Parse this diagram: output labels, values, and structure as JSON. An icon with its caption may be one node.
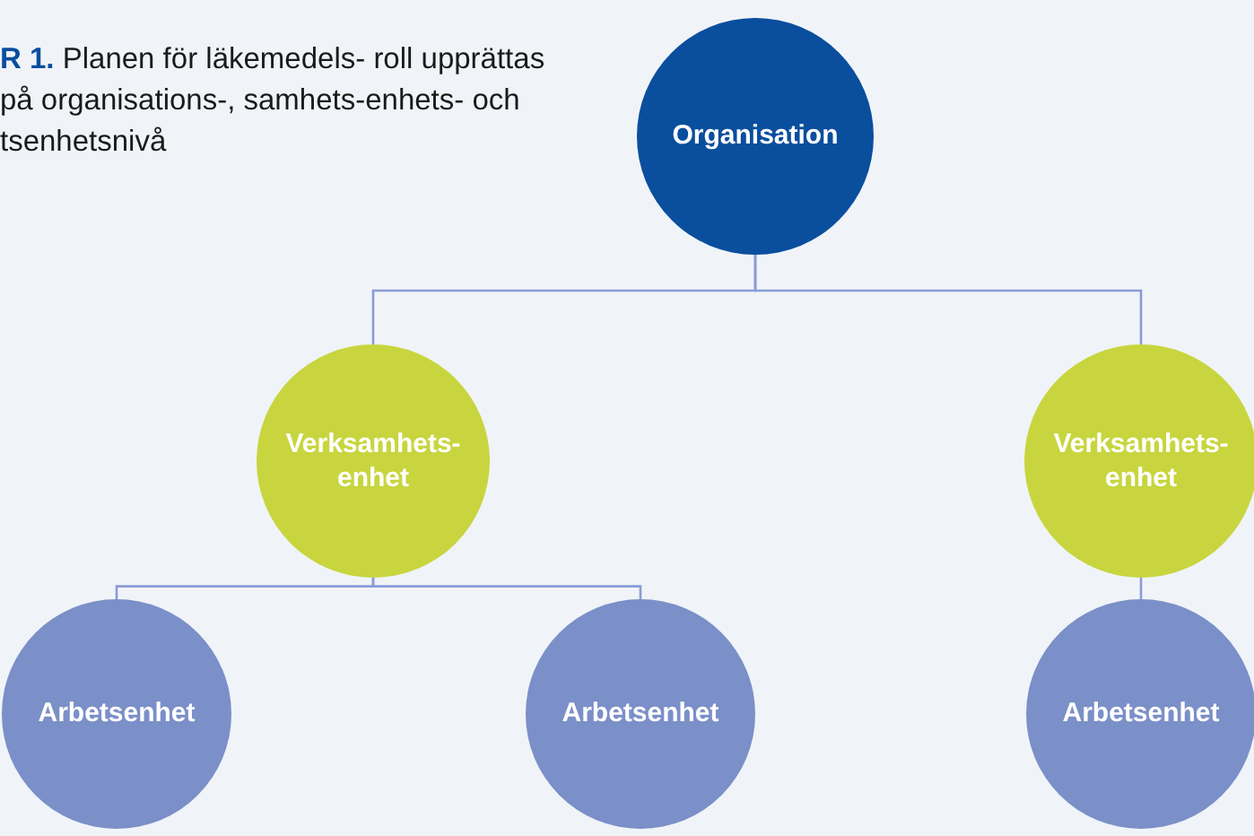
{
  "diagram": {
    "caption": "**R 1.** Planen för läkemedels- roll upprättas på organisations-, samhets-enhets- och tsenhetsnivå",
    "nodes": [
      {
        "text": [
          "Organisation"
        ]
      },
      {
        "text": [
          "Verksamhets- enhet"
        ]
      },
      {
        "text": [
          "Verksamhets- enhet"
        ]
      },
      {
        "text": [
          "Arbetsenhet"
        ]
      },
      {
        "text": [
          "Arbetsenhet"
        ]
      },
      {
        "text": [
          "Arbetsenhet"
        ]
      }
    ],
    "edges": [
      {
        "from": 0,
        "to": 1,
        "arrow": "none"
      },
      {
        "from": 0,
        "to": 2,
        "arrow": "none"
      },
      {
        "from": 1,
        "to": 3,
        "arrow": "none"
      },
      {
        "from": 1,
        "to": 4,
        "arrow": "none"
      },
      {
        "from": 2,
        "to": 5,
        "arrow": "none"
      }
    ]
  }
}
